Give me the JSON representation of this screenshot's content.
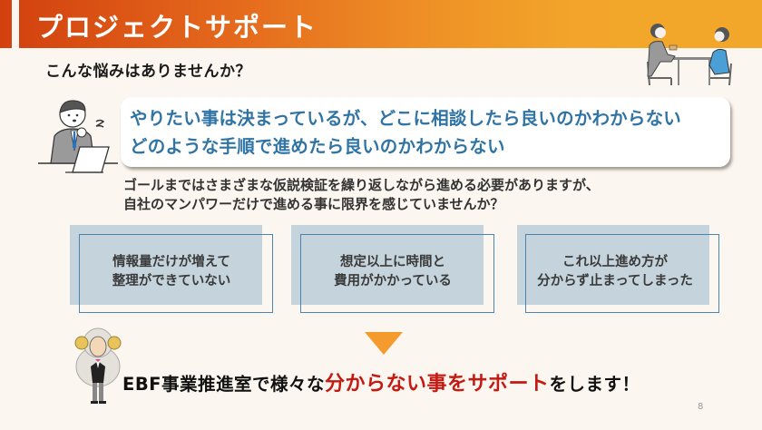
{
  "header": {
    "title": "プロジェクトサポート",
    "gradient_start": "#d2400e",
    "gradient_end": "#f2a72a"
  },
  "subtitle": "こんな悩みはありませんか？",
  "bubble": {
    "lines": [
      "やりたい事は決まっているが、どこに相談したら良いのかわからない",
      "どのような手順で進めたら良いのかわからない"
    ],
    "color": "#2f74a4"
  },
  "description": {
    "lines": [
      "ゴールまではさまざまな仮説検証を繰り返しながら進める必要がありますが、",
      "自社のマンパワーだけで進める事に限界を感じていませんか？"
    ]
  },
  "cards": [
    {
      "lines": [
        "情報量だけが増えて",
        "整理ができていない"
      ]
    },
    {
      "lines": [
        "想定以上に時間と",
        "費用がかかっている"
      ]
    },
    {
      "lines": [
        "これ以上進め方が",
        "分からず止まってしまった"
      ]
    }
  ],
  "conclusion": {
    "prefix": "EBF事業推進室で様々な",
    "highlight": "分からない事をサポート",
    "suffix": "をします！",
    "highlight_color": "#c41a12"
  },
  "illustrations": {
    "meeting": "consultation-meeting-illustration",
    "worried_man": "worried-businessman-illustration",
    "mascot": "sheep-mascot-illustration"
  },
  "arrow_color": "#f59a2c",
  "page_number": "8"
}
